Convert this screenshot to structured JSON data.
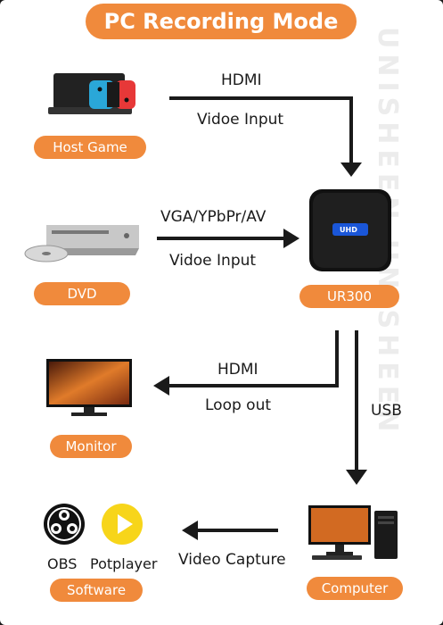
{
  "title": "PC Recording Mode",
  "watermark": "UNISHEEN UNISHEEN",
  "devices": {
    "host_game": "Host Game",
    "dvd": "DVD",
    "capture_box": "UR300",
    "capture_box_logo": "UHD",
    "monitor": "Monitor",
    "software": "Software",
    "computer": "Computer"
  },
  "software_names": {
    "obs": "OBS",
    "potplayer": "Potplayer"
  },
  "connections": {
    "hdmi_in_top": "HDMI",
    "hdmi_in_bottom": "Vidoe Input",
    "vga_top": "VGA/YPbPr/AV",
    "vga_bottom": "Vidoe Input",
    "loop_top": "HDMI",
    "loop_bottom": "Loop out",
    "usb": "USB",
    "capture": "Video Capture"
  },
  "colors": {
    "accent": "#f08a3c",
    "arrow": "#1a1a1a",
    "potplayer": "#f7d51a"
  }
}
